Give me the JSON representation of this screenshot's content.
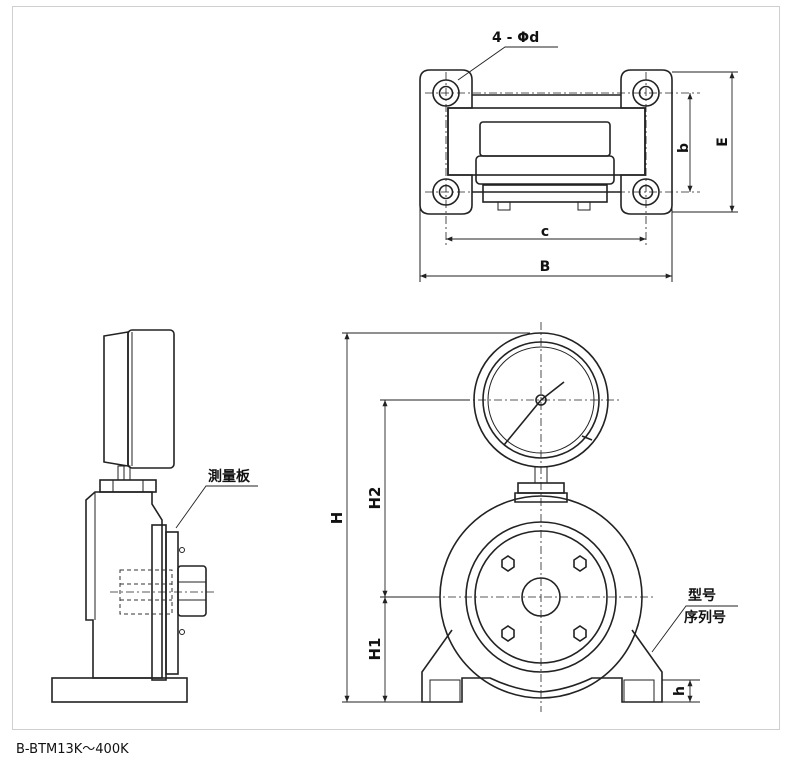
{
  "caption": "B-BTM13K～400K",
  "labels": {
    "holes": "4 - Φd",
    "b": "b",
    "E": "E",
    "c": "c",
    "B": "B",
    "H": "H",
    "H2": "H2",
    "H1": "H1",
    "h": "h",
    "plate": "測量板",
    "model": "型号",
    "serial": "序列号"
  }
}
